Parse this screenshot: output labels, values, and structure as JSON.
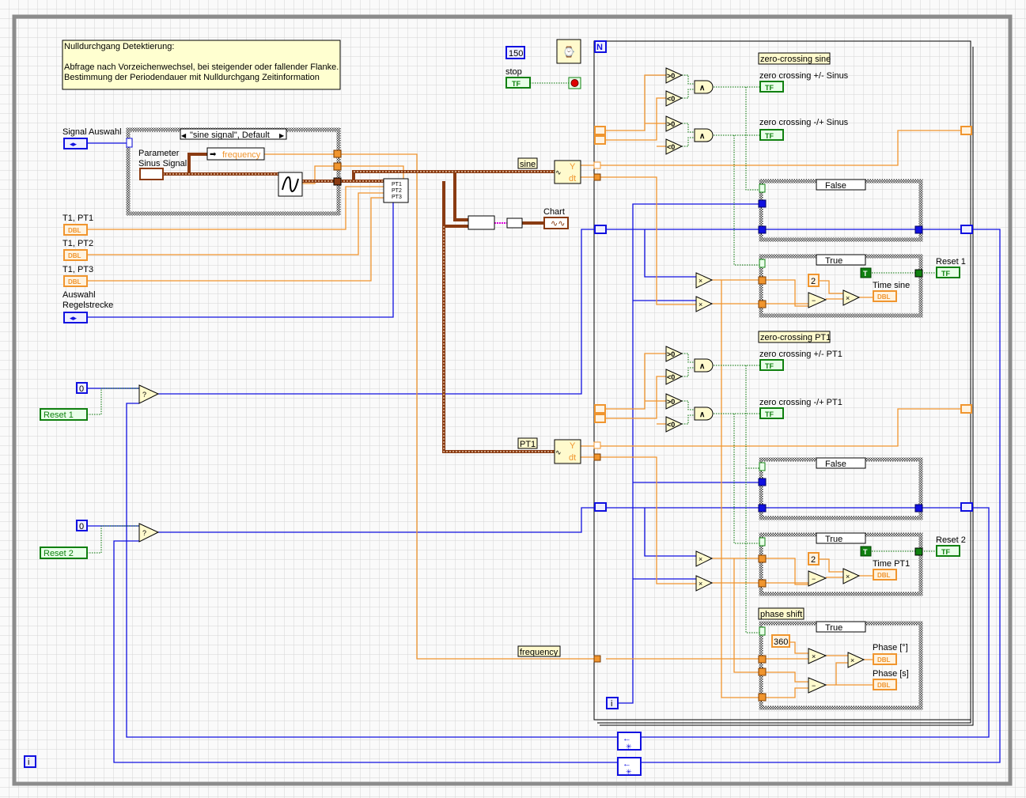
{
  "comment": {
    "title": "Nulldurchgang Detektierung:",
    "line1": "Abfrage nach Vorzeichenwechsel, bei steigender oder fallender Flanke.",
    "line2": "Bestimmung der Periodendauer mit Nulldurchgang Zeitinformation"
  },
  "controls": {
    "signal_auswahl": "Signal Auswahl",
    "t1_pt1": "T1, PT1",
    "t1_pt2": "T1, PT2",
    "t1_pt3": "T1, PT3",
    "auswahl_regelstrecke_1": "Auswahl",
    "auswahl_regelstrecke_2": "Regelstrecke",
    "reset1": "Reset 1",
    "reset2": "Reset 2",
    "zero_const": "0",
    "dbl": "DBL",
    "tf": "TF",
    "stop": "stop",
    "wait_ms": "150"
  },
  "signal_case": {
    "selector": "\"sine signal\", Default",
    "param_label_1": "Parameter",
    "param_label_2": "Sinus Signal",
    "frequency_local": "frequency",
    "pt_node": [
      "PT1",
      "PT2",
      "PT3"
    ]
  },
  "waveforms": {
    "sine": "sine",
    "pt1": "PT1",
    "chart": "Chart",
    "frequency": "frequency",
    "y": "Y",
    "dt": "dt"
  },
  "loop": {
    "count_terminal": "N",
    "iteration": "i"
  },
  "sections": {
    "zc_sine": "zero-crossing sine",
    "zc_sine_pos": "zero crossing +/- Sinus",
    "zc_sine_neg": "zero crossing -/+ Sinus",
    "zc_pt1": "zero-crossing PT1",
    "zc_pt1_pos": "zero crossing +/- PT1",
    "zc_pt1_neg": "zero crossing -/+ PT1",
    "phase_shift": "phase shift"
  },
  "cases": {
    "false": "False",
    "true": "True",
    "time_sine": "Time sine",
    "time_pt1": "Time PT1",
    "const_two": "2",
    "const_360": "360",
    "const_true": "T",
    "phase_deg": "Phase [°]",
    "phase_s": "Phase [s]"
  },
  "ops": {
    "gt0": ">0",
    "lt0": "<0",
    "and": "∧",
    "mul": "×",
    "sub": "−",
    "select": "?"
  },
  "colors": {
    "dbl_wire": "#f0952e",
    "int_wire": "#1010e0",
    "bool_wire": "#007000",
    "waveform_wire": "#8a3b12",
    "comment_bg": "#ffffd0",
    "node_bg": "#fffacd"
  }
}
